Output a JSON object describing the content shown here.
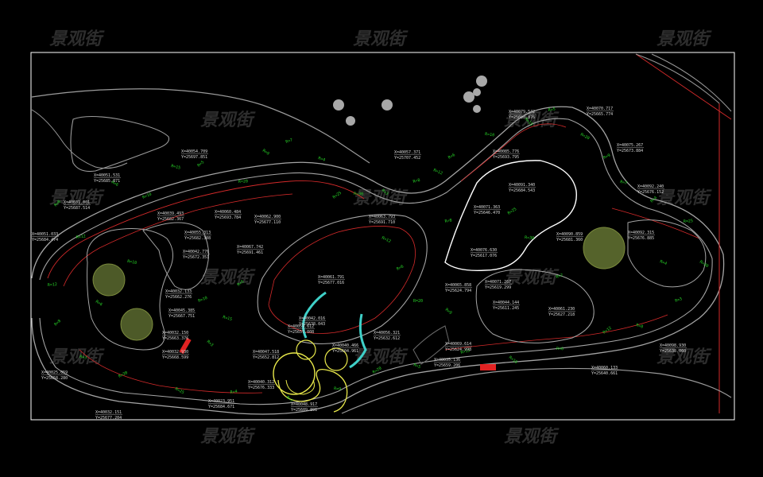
{
  "watermark": {
    "text": "景观街",
    "color": "#2d2d2d"
  },
  "colors": {
    "background": "#000000",
    "frame": "#ffffff",
    "path_outline": "#9a9a9a",
    "contour": "#d42a2a",
    "label_green": "#26d226",
    "coord_text": "#d8d8d8",
    "yellow_feature": "#e8e84a",
    "cyan_feature": "#3fd0c8",
    "tree_fill": "#6c7a3a",
    "boulder": "#a8a8a8",
    "accent_red": "#e22222"
  },
  "coordinate_labels": [
    {
      "x": "X=40051.531",
      "y": "Y=25685.871"
    },
    {
      "x": "X=40031.001",
      "y": "Y=25687.514"
    },
    {
      "x": "X=40051.033",
      "y": "Y=25684.474"
    },
    {
      "x": "X=40039.493",
      "y": "Y=25682.367"
    },
    {
      "x": "X=40054.709",
      "y": "Y=25697.851"
    },
    {
      "x": "X=40060.484",
      "y": "Y=25693.784"
    },
    {
      "x": "X=40055.313",
      "y": "Y=25682.308"
    },
    {
      "x": "X=40062.900",
      "y": "Y=25677.110"
    },
    {
      "x": "X=40067.742",
      "y": "Y=25691.461"
    },
    {
      "x": "X=40042.776",
      "y": "Y=25672.351"
    },
    {
      "x": "X=40057.371",
      "y": "Y=25707.452"
    },
    {
      "x": "X=40063.793",
      "y": "Y=25691.710"
    },
    {
      "x": "X=40061.791",
      "y": "Y=25677.016"
    },
    {
      "x": "X=40042.016",
      "y": "Y=25638.043"
    },
    {
      "x": "X=40079.542",
      "y": "Y=25698.876"
    },
    {
      "x": "X=40085.776",
      "y": "Y=25693.795"
    },
    {
      "x": "X=40091.340",
      "y": "Y=25684.543"
    },
    {
      "x": "X=40071.363",
      "y": "Y=25646.470"
    },
    {
      "x": "X=40076.630",
      "y": "Y=25617.076"
    },
    {
      "x": "X=40070.717",
      "y": "Y=25665.774"
    },
    {
      "x": "X=40075.267",
      "y": "Y=25673.884"
    },
    {
      "x": "X=40092.240",
      "y": "Y=25676.152"
    },
    {
      "x": "X=40090.859",
      "y": "Y=25681.360"
    },
    {
      "x": "X=40065.858",
      "y": "Y=25624.794"
    },
    {
      "x": "X=40071.267",
      "y": "Y=25619.299"
    },
    {
      "x": "X=40044.144",
      "y": "Y=25611.245"
    },
    {
      "x": "X=40032.133",
      "y": "Y=25662.276"
    },
    {
      "x": "X=40045.385",
      "y": "Y=25667.751"
    },
    {
      "x": "X=40032.150",
      "y": "Y=25663.376"
    },
    {
      "x": "X=40032.930",
      "y": "Y=25668.599"
    },
    {
      "x": "X=40025.059",
      "y": "Y=25658.280"
    },
    {
      "x": "X=40032.151",
      "y": "Y=25677.204"
    },
    {
      "x": "X=40023.951",
      "y": "Y=25684.671"
    },
    {
      "x": "X=40048.917",
      "y": "Y=25609.891"
    },
    {
      "x": "X=40040.466",
      "y": "Y=25604.961"
    },
    {
      "x": "X=40056.321",
      "y": "Y=25632.612"
    },
    {
      "x": "X=40061.230",
      "y": "Y=25627.218"
    },
    {
      "x": "X=40098.930",
      "y": "Y=25638.060"
    },
    {
      "x": "X=40060.133",
      "y": "Y=25640.661"
    },
    {
      "x": "X=40035.136",
      "y": "Y=25659.206"
    },
    {
      "x": "X=40047.518",
      "y": "Y=25652.812"
    },
    {
      "x": "X=40059.612",
      "y": "Y=25657.008"
    },
    {
      "x": "X=40069.614",
      "y": "Y=25624.998"
    },
    {
      "x": "X=40092.315",
      "y": "Y=25676.885"
    },
    {
      "x": "X=40040.312",
      "y": "Y=25676.333"
    }
  ],
  "edge_labels": [
    {
      "x": "X=40051.033",
      "y": "Y=25684.474"
    },
    {
      "x": "X=40",
      "y": "Y=25"
    }
  ],
  "green_tags": [
    "R=8",
    "R=12",
    "R=6",
    "R=10",
    "R=15",
    "R=5",
    "R=20",
    "R=9",
    "R=7",
    "R=4",
    "R=25",
    "R=30",
    "R=3"
  ]
}
